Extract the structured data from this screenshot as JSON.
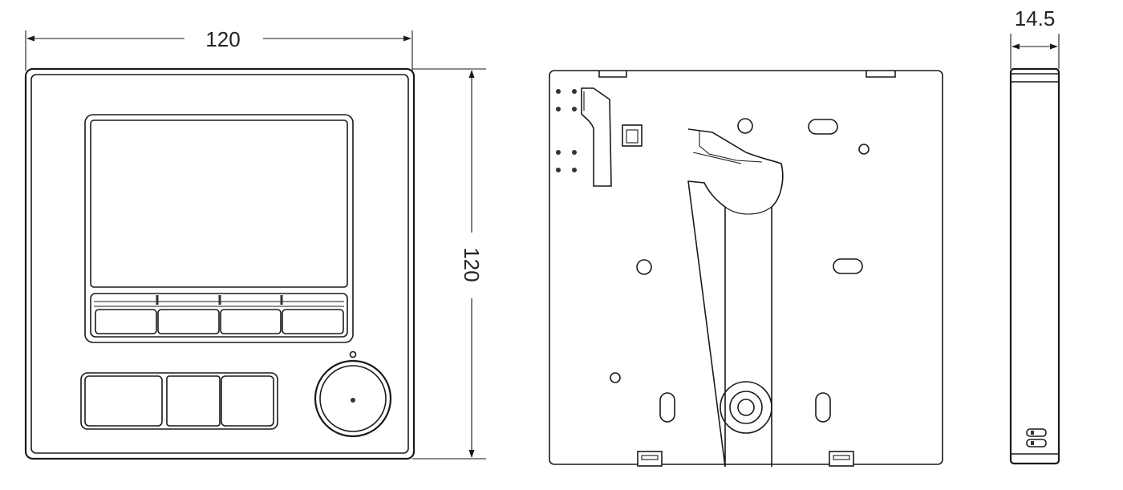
{
  "dimensions": {
    "width": "120",
    "height": "120",
    "depth": "14.5"
  },
  "colors": {
    "stroke": "#1a1a1a",
    "background": "#ffffff"
  }
}
